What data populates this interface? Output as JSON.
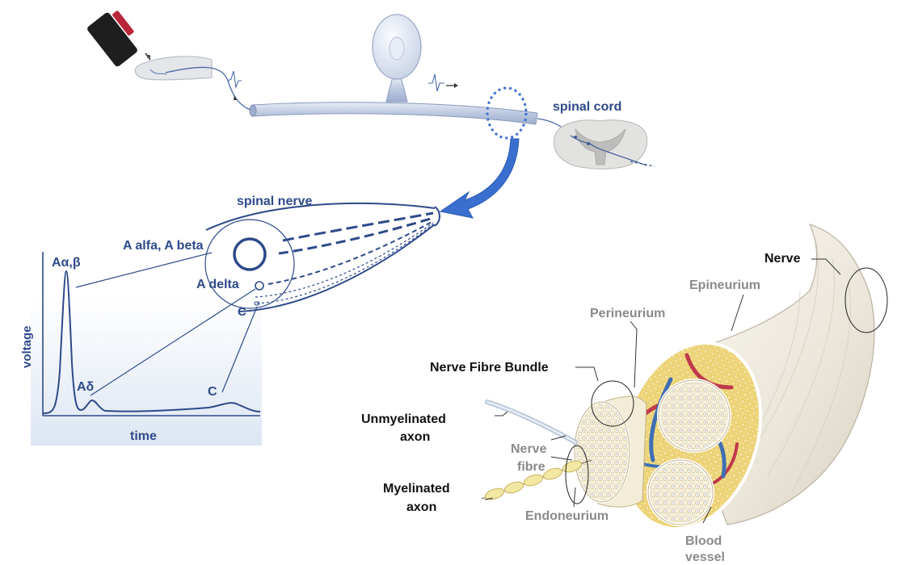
{
  "top": {
    "spinal_cord_label": "spinal cord"
  },
  "left_panel": {
    "spinal_nerve_label": "spinal nerve",
    "a_alfa_beta_label": "A alfa, A beta",
    "a_delta_label": "A delta",
    "c_fiber_label": "C",
    "peak_a_label": "Aα,β",
    "peak_ad_label": "Aδ",
    "peak_c_label": "C",
    "y_axis_label": "voltage",
    "x_axis_label": "time"
  },
  "right_panel": {
    "nerve_label": "Nerve",
    "epineurium_label": "Epineurium",
    "perineurium_label": "Perineurium",
    "bundle_label": "Nerve Fibre Bundle",
    "unmyelinated_line1": "Unmyelinated",
    "unmyelinated_line2": "axon",
    "nerve_fibre_line1": "Nerve",
    "nerve_fibre_line2": "fibre",
    "myelinated_line1": "Myelinated",
    "myelinated_line2": "axon",
    "endoneurium_label": "Endoneurium",
    "blood_vessel_line1": "Blood",
    "blood_vessel_line2": "vessel"
  },
  "colors": {
    "label_blue": "#2d4a8a",
    "arrow_blue": "#3a6fd0",
    "nerve_cream": "#f1eee6",
    "fat_yellow": "#f2dd86",
    "vessel_red": "#c0394b",
    "vessel_blue": "#3f6fb3"
  }
}
